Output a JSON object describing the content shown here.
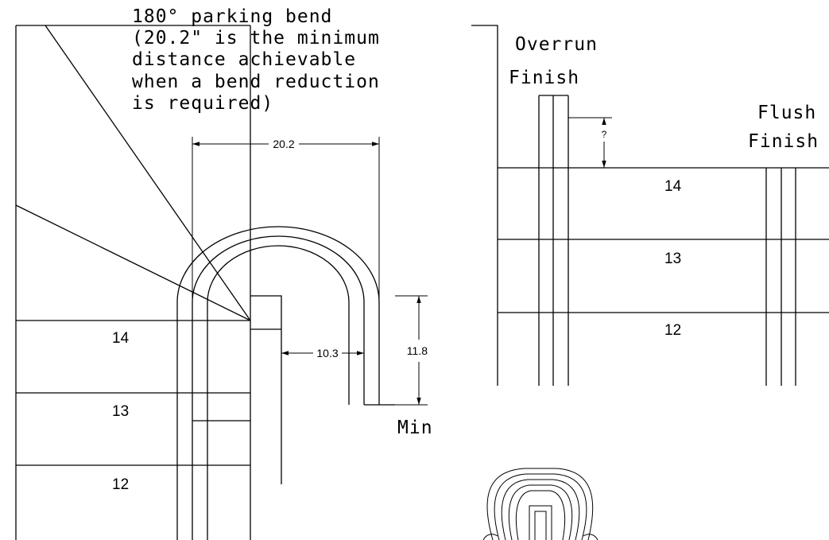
{
  "left_view": {
    "note_lines": [
      "180° parking bend",
      "(20.2\" is the minimum",
      "distance achievable",
      "when a bend reduction",
      "is required)"
    ],
    "rail_labels": [
      "14",
      "13",
      "12"
    ],
    "dim_width": "20.2",
    "dim_gap": "10.3",
    "dim_height": "11.8",
    "min_label": "Min"
  },
  "right_view": {
    "overrun_label": [
      "Overrun",
      "Finish"
    ],
    "flush_label": [
      "Flush",
      "Finish"
    ],
    "overrun_dim": "?",
    "rail_labels": [
      "14",
      "13",
      "12"
    ]
  }
}
